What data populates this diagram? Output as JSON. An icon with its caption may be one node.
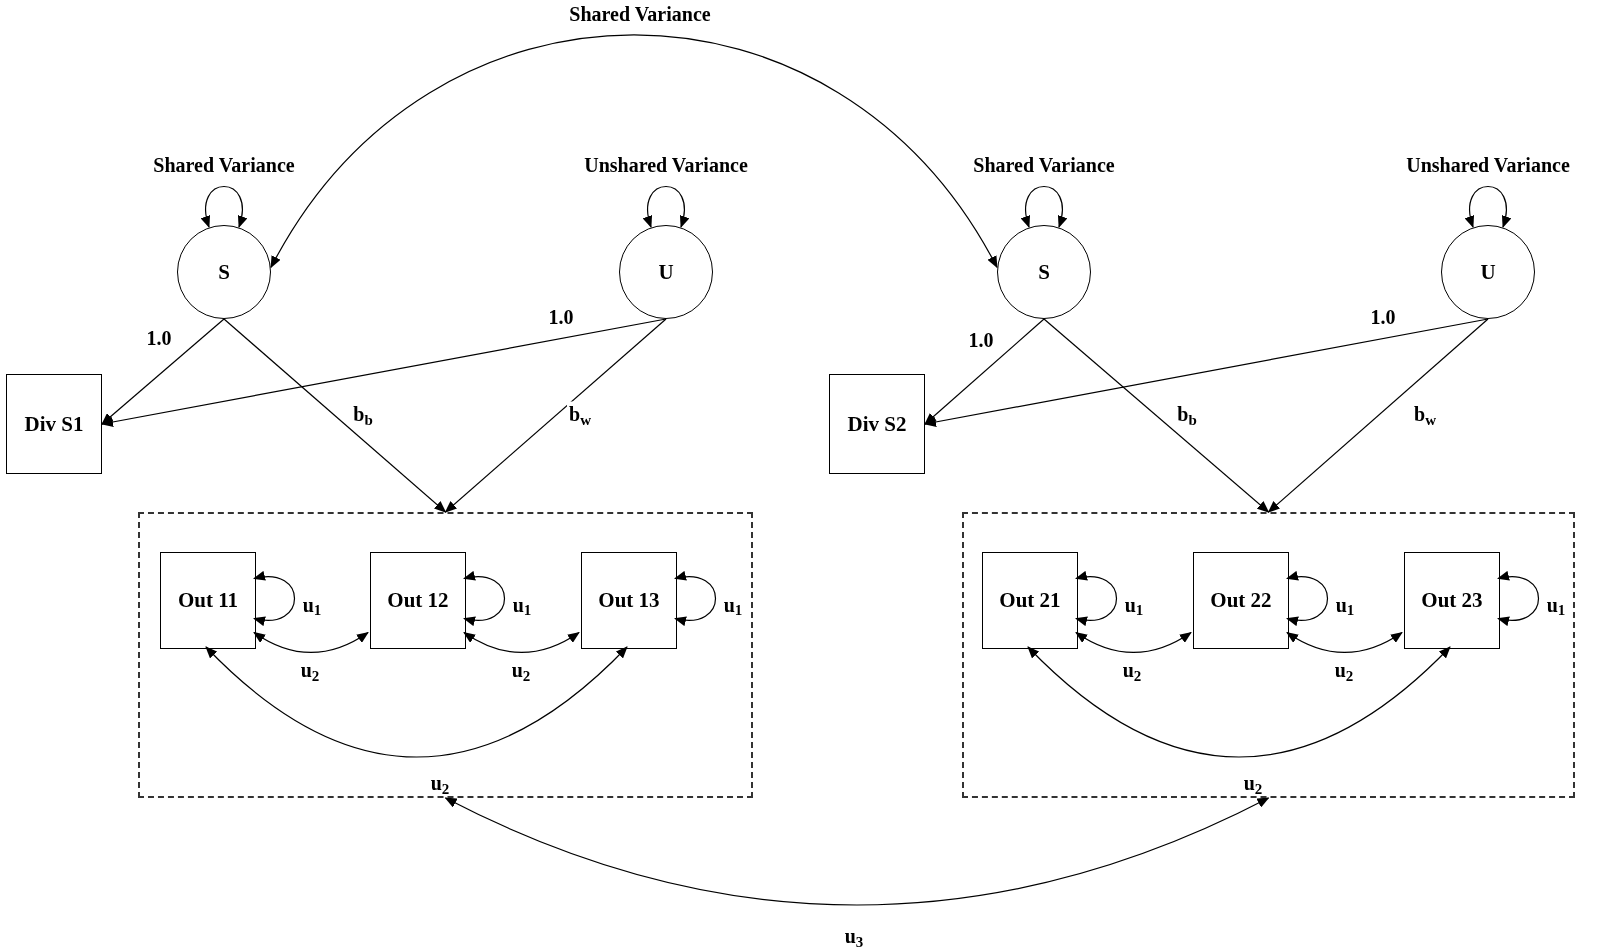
{
  "diagram": {
    "nodes": [
      {
        "text": [
          "S"
        ]
      },
      {
        "text": [
          "U"
        ]
      },
      {
        "text": [
          "S"
        ]
      },
      {
        "text": [
          "U"
        ]
      },
      {
        "text": [
          "Div S1"
        ]
      },
      {
        "text": [
          "Div S2"
        ]
      },
      {
        "text": [],
        "shape": "box"
      },
      {
        "text": [
          "Out 11"
        ],
        "in": 6
      },
      {
        "text": [
          "Out 12"
        ],
        "in": 6
      },
      {
        "text": [
          "Out 13"
        ],
        "in": 6
      },
      {
        "text": [],
        "shape": "box"
      },
      {
        "text": [
          "Out 21"
        ],
        "in": 10
      },
      {
        "text": [
          "Out 22"
        ],
        "in": 10
      },
      {
        "text": [
          "Out 23"
        ],
        "in": 10
      }
    ],
    "edges": [
      {
        "from": 0,
        "to": 0,
        "arrow": "both",
        "label": "Shared Variance"
      },
      {
        "from": 1,
        "to": 1,
        "arrow": "both",
        "label": "Unshared Variance"
      },
      {
        "from": 2,
        "to": 2,
        "arrow": "both",
        "label": "Shared Variance"
      },
      {
        "from": 3,
        "to": 3,
        "arrow": "both",
        "label": "Unshared Variance"
      },
      {
        "from": 0,
        "to": 2,
        "arrow": "both",
        "label": "Shared Variance"
      },
      {
        "from": 0,
        "to": 4,
        "arrow": "to",
        "label": "1.0"
      },
      {
        "from": 1,
        "to": 4,
        "arrow": "to",
        "label": "1.0"
      },
      {
        "from": 0,
        "to": 6,
        "arrow": "to",
        "label": "b$_{b}$"
      },
      {
        "from": 1,
        "to": 6,
        "arrow": "to",
        "label": "b$_{w}$"
      },
      {
        "from": 2,
        "to": 5,
        "arrow": "to",
        "label": "1.0"
      },
      {
        "from": 3,
        "to": 5,
        "arrow": "to",
        "label": "1.0"
      },
      {
        "from": 2,
        "to": 10,
        "arrow": "to",
        "label": "b$_{b}$"
      },
      {
        "from": 3,
        "to": 10,
        "arrow": "to",
        "label": "b$_{w}$"
      },
      {
        "from": 7,
        "to": 7,
        "arrow": "both",
        "label": "u$_{1}$"
      },
      {
        "from": 8,
        "to": 8,
        "arrow": "both",
        "label": "u$_{1}$"
      },
      {
        "from": 9,
        "to": 9,
        "arrow": "both",
        "label": "u$_{1}$"
      },
      {
        "from": 7,
        "to": 8,
        "arrow": "both",
        "label": "u$_{2}$"
      },
      {
        "from": 8,
        "to": 9,
        "arrow": "both",
        "label": "u$_{2}$"
      },
      {
        "from": 7,
        "to": 9,
        "arrow": "both",
        "label": "u$_{2}$"
      },
      {
        "from": 11,
        "to": 11,
        "arrow": "both",
        "label": "u$_{1}$"
      },
      {
        "from": 12,
        "to": 12,
        "arrow": "both",
        "label": "u$_{1}$"
      },
      {
        "from": 13,
        "to": 13,
        "arrow": "both",
        "label": "u$_{1}$"
      },
      {
        "from": 11,
        "to": 12,
        "arrow": "both",
        "label": "u$_{2}$"
      },
      {
        "from": 12,
        "to": 13,
        "arrow": "both",
        "label": "u$_{2}$"
      },
      {
        "from": 11,
        "to": 13,
        "arrow": "both",
        "label": "u$_{2}$"
      },
      {
        "from": 6,
        "to": 10,
        "arrow": "both",
        "label": "u$_{3}$"
      }
    ]
  }
}
